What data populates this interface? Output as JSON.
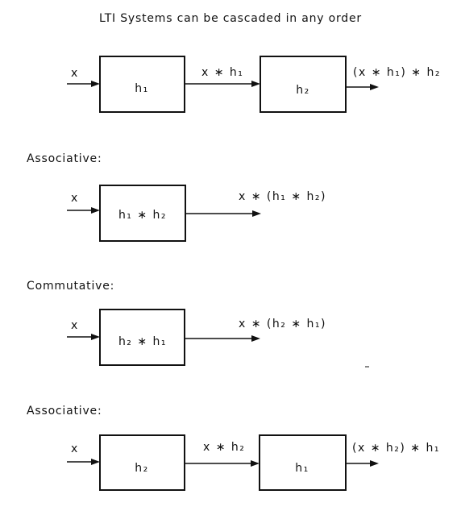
{
  "title": "LTI Systems can be cascaded in any order",
  "cascade_1": {
    "input": "x",
    "block_1": "h₁",
    "mid": "x ∗ h₁",
    "block_2": "h₂",
    "output": "(x ∗ h₁) ∗ h₂"
  },
  "associative_1": {
    "heading": "Associative:",
    "input": "x",
    "block": "h₁ ∗ h₂",
    "output": "x ∗ (h₁ ∗ h₂)"
  },
  "commutative": {
    "heading": "Commutative:",
    "input": "x",
    "block": "h₂ ∗ h₁",
    "output": "x ∗ (h₂ ∗ h₁)"
  },
  "associative_2": {
    "heading": "Associative:",
    "input": "x",
    "block_1": "h₂",
    "mid": "x ∗ h₂",
    "block_2": "h₁",
    "output": "(x ∗ h₂) ∗ h₁"
  }
}
